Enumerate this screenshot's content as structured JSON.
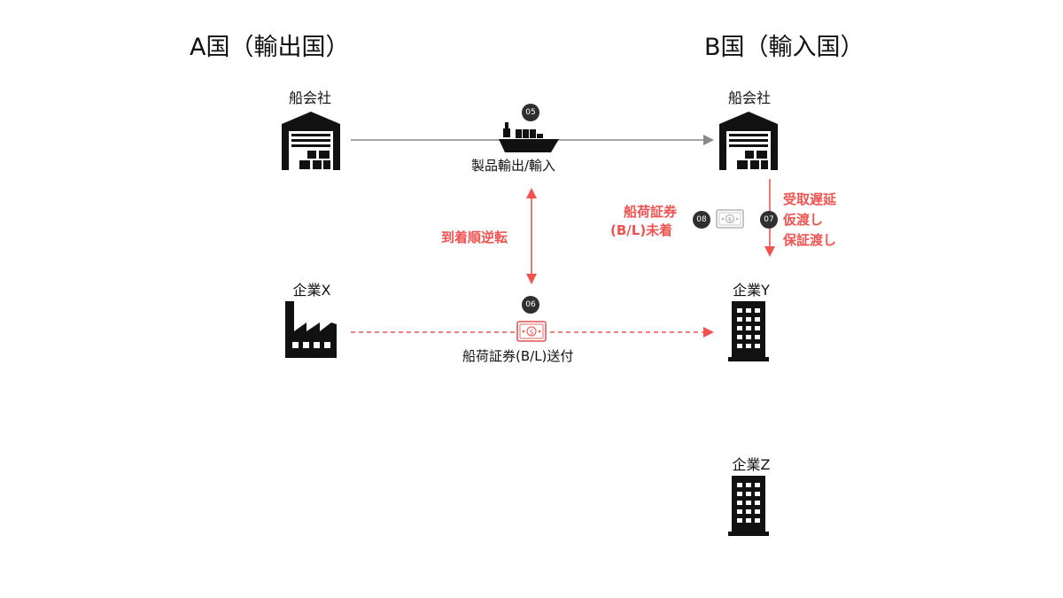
{
  "countries": {
    "a": "A国（輸出国）",
    "b": "B国（輸入国）"
  },
  "nodes": {
    "shipping_company_a": "船会社",
    "shipping_company_b": "船会社",
    "company_x": "企業X",
    "company_y": "企業Y",
    "company_z": "企業Z"
  },
  "steps": {
    "s05": {
      "number": "05",
      "label": "製品輸出/輸入"
    },
    "s06": {
      "number": "06",
      "label": "船荷証券(B/L)送付"
    },
    "s07": {
      "number": "07",
      "lines": [
        "受取遅延",
        "仮渡し",
        "保証渡し"
      ]
    },
    "s08": {
      "number": "08",
      "lines": [
        "船荷証券",
        "(B/L)未着"
      ]
    }
  },
  "reversal_label": "到着順逆転",
  "icons": {
    "warehouse": "warehouse-icon",
    "ship": "cargo-ship-icon",
    "factory": "factory-icon",
    "building": "office-building-icon",
    "banknote": "banknote-icon"
  },
  "colors": {
    "accent_red": "#f05350",
    "arrow_gray": "#888888",
    "icon_black": "#111111",
    "badge": "#2f2f2f"
  }
}
